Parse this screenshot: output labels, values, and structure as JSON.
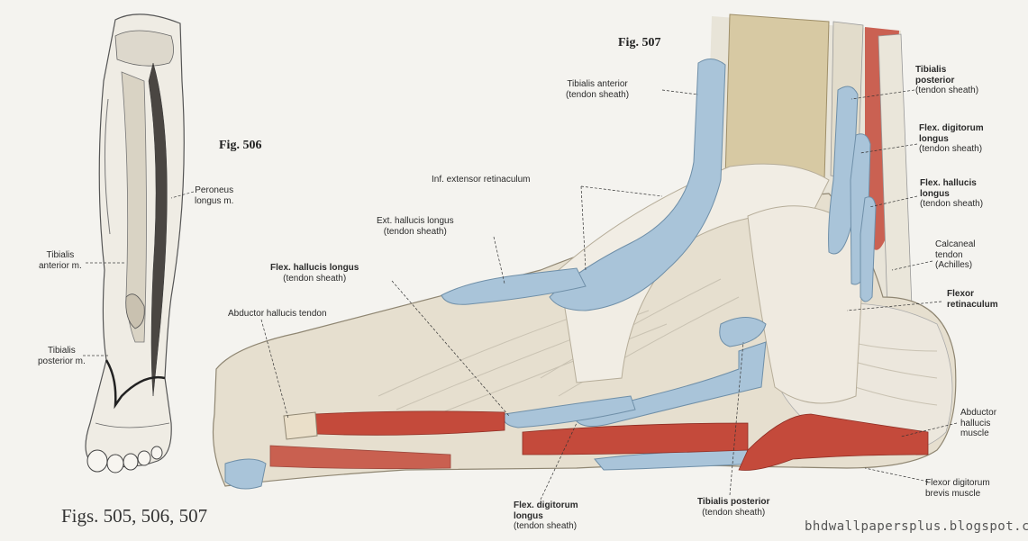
{
  "figures": {
    "fig506": "Fig. 506",
    "fig507": "Fig. 507",
    "caption": "Figs. 505, 506, 507"
  },
  "leg_labels": {
    "peroneus": [
      "Peroneus",
      "longus m."
    ],
    "tib_anterior": [
      "Tibialis",
      "anterior m."
    ],
    "tib_posterior": [
      "Tibialis",
      "posterior m."
    ]
  },
  "foot_labels": {
    "tib_anterior_sheath": [
      "Tibialis anterior",
      "(tendon sheath)"
    ],
    "inf_ext_retinaculum": "Inf. extensor retinaculum",
    "ext_hallucis_longus": [
      "Ext. hallucis longus",
      "(tendon sheath)"
    ],
    "flex_hallucis_longus_left": [
      "Flex. hallucis longus",
      "(tendon sheath)"
    ],
    "abductor_hallucis_tendon": "Abductor hallucis tendon",
    "tib_posterior_sheath_right": [
      "Tibialis",
      "posterior",
      "(tendon sheath)"
    ],
    "flex_digitorum_longus_right": [
      "Flex. digitorum",
      "longus",
      "(tendon sheath)"
    ],
    "flex_hallucis_longus_right": [
      "Flex. hallucis",
      "longus",
      "(tendon sheath)"
    ],
    "calcaneal_tendon": [
      "Calcaneal",
      "tendon",
      "(Achilles)"
    ],
    "flexor_retinaculum": [
      "Flexor",
      "retinaculum"
    ],
    "abductor_hallucis_muscle": [
      "Abductor",
      "hallucis",
      "muscle"
    ],
    "flexor_digitorum_brevis": [
      "Flexor digitorum",
      "brevis muscle"
    ],
    "flex_digitorum_longus_bottom": [
      "Flex. digitorum",
      "longus",
      "(tendon sheath)"
    ],
    "tib_posterior_sheath_bottom": [
      "Tibialis posterior",
      "(tendon sheath)"
    ]
  },
  "watermark": "bhdwallpapersplus.blogspot.com",
  "colors": {
    "background": "#f4f3ef",
    "tendon_sheath": "#a9c4d9",
    "muscle": "#c44a3b",
    "ligament": "#ece7dd",
    "bone": "#d7c9a3"
  }
}
